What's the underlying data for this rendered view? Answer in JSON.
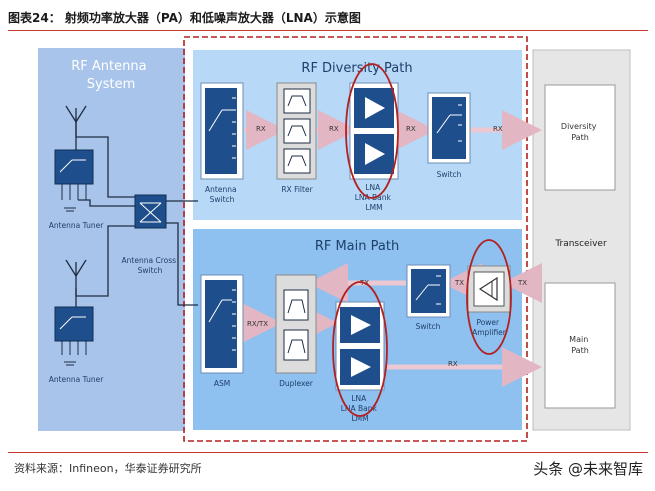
{
  "figure": {
    "title": "图表24：  射频功率放大器（PA）和低噪声放大器（LNA）示意图",
    "source": "资料来源：Infineon，华泰证券研究所",
    "watermark": "头条 @未来智库"
  },
  "panels": {
    "antenna_system": "RF Antenna\nSystem",
    "diversity_path": "RF Diversity Path",
    "main_path": "RF Main Path",
    "transceiver": "Transceiver",
    "diversity_port": "Diversity\nPath",
    "main_port": "Main\nPath"
  },
  "components": {
    "antenna_tuner_top": "Antenna Tuner",
    "antenna_tuner_bottom": "Antenna Tuner",
    "antenna_cross_switch": "Antenna Cross\nSwitch",
    "antenna_switch": "Antenna\nSwitch",
    "rx_filter": "RX Filter",
    "lna_bank_diversity": "LNA\nLNA Bank\nLMM",
    "switch_diversity": "Switch",
    "asm": "ASM",
    "duplexer": "Duplexer",
    "lna_bank_main": "LNA\nLNA Bank\nLMM",
    "switch_main": "Switch",
    "power_amplifier": "Power\nAmplifier"
  },
  "signals": {
    "rx": "RX",
    "tx": "TX",
    "rx_tx": "RX/TX"
  },
  "colors": {
    "antenna_panel": "#a9c4ea",
    "diversity_panel": "#b7d8f7",
    "main_panel": "#8ec0f0",
    "component_box": "#1e4f8c",
    "arrow": "#ecc8d2",
    "highlight": "#b32020"
  }
}
